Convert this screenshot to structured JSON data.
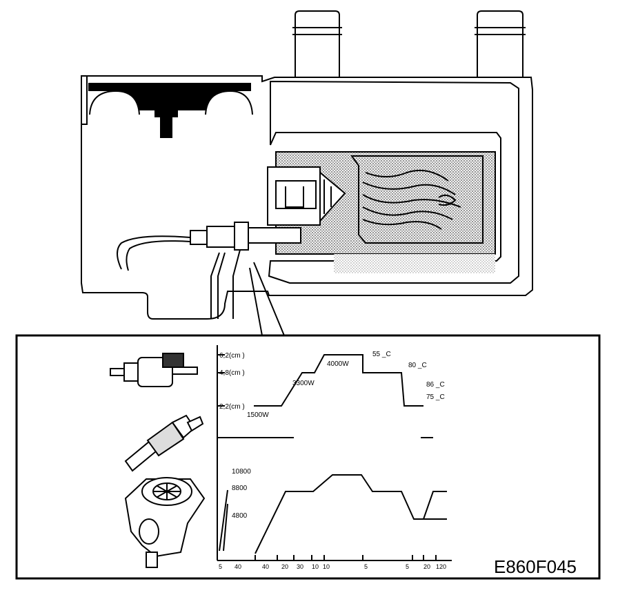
{
  "figure_code": "E860F045",
  "chart": {
    "fuel_rates": [
      "6,2(cm   )",
      "4,8(cm   )",
      "2,2(cm   )"
    ],
    "power_labels": [
      "1500W",
      "3300W",
      "4000W"
    ],
    "temperature_labels": [
      "55 _C",
      "80 _C",
      "86 _C",
      "75 _C"
    ],
    "rpm_labels": [
      "10800",
      "8800",
      "4800"
    ],
    "time_ticks": [
      "5",
      "40",
      "40",
      "20",
      "30",
      "10",
      "10",
      "5",
      "5",
      "20",
      "120"
    ]
  }
}
